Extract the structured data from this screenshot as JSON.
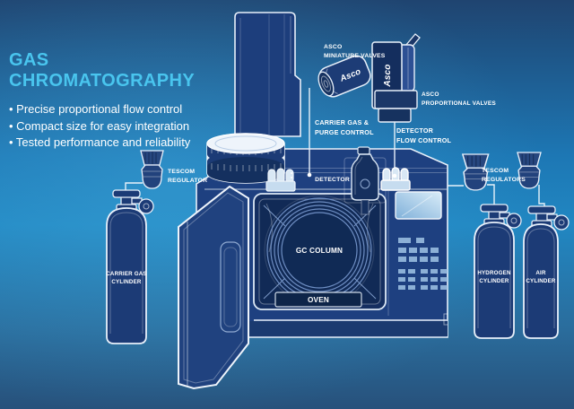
{
  "title": "GAS CHROMATOGRAPHY",
  "features": [
    "• Precise proportional flow control",
    "• Compact size for easy integration",
    "• Tested performance and reliability"
  ],
  "labels": {
    "miniature_valves_1": "ASCO",
    "miniature_valves_2": "MINIATURE VALVES",
    "proportional_valves_1": "ASCO",
    "proportional_valves_2": "PROPORTIONAL VALVES",
    "carrier_purge_1": "CARRIER GAS &",
    "carrier_purge_2": "PURGE CONTROL",
    "detector_flow_1": "DETECTOR",
    "detector_flow_2": "FLOW CONTROL",
    "detector": "DETECTOR",
    "gc_column": "GC COLUMN",
    "oven": "OVEN",
    "tescom_regulator_1": "TESCOM",
    "tescom_regulator_2": "REGULATOR",
    "tescom_regulators_1": "TESCOM",
    "tescom_regulators_2": "REGULATORS",
    "carrier_cylinder_1": "CARRIER GAS",
    "carrier_cylinder_2": "CYLINDER",
    "hydrogen_cylinder_1": "HYDROGEN",
    "hydrogen_cylinder_2": "CYLINDER",
    "air_cylinder_1": "AIR",
    "air_cylinder_2": "CYLINDER"
  },
  "brand": {
    "miniature": "Asco",
    "proportional": "Asco"
  },
  "colors": {
    "title_accent": "#49c5ee",
    "text": "#ffffff",
    "machine_navy": "#1e4080",
    "machine_dark": "#152f61",
    "outline": "#e8f0fa",
    "manifold_light": "#c6dcef",
    "bg_bright": "#2187c2",
    "bg_dark": "#1f4470"
  }
}
